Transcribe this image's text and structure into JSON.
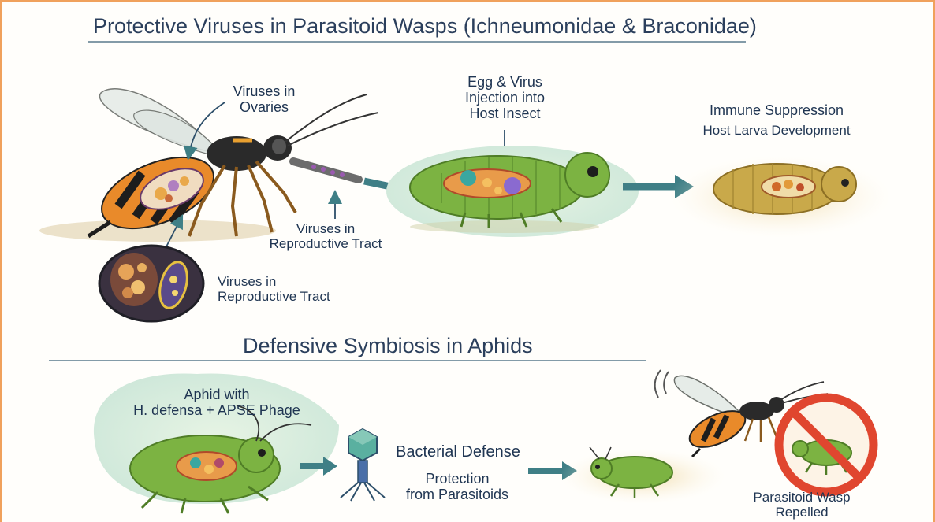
{
  "title": "Protective Viruses in Parasitoid Wasps (Ichneumonidae & Braconidae)",
  "section2_title": "Defensive Symbiosis in Aphids",
  "labels": {
    "viruses_ovaries_1": "Viruses in",
    "viruses_ovaries_2": "Ovaries",
    "egg_1": "Egg & Virus",
    "egg_2": "Injection into",
    "egg_3": "Host Insect",
    "immune_1": "Immune Suppression",
    "immune_2": "Host Larva Development",
    "repro_tract_a1": "Viruses in",
    "repro_tract_a2": "Reproductive Tract",
    "repro_tract_b1": "Viruses in",
    "repro_tract_b2": "Reproductive Tract",
    "aphid_1": "Aphid with",
    "aphid_2": "H. defensa + APSE Phage",
    "bact_defense": "Bacterial Defense",
    "protection_1": "Protection",
    "protection_2": "from Parasitoids",
    "wasp_repelled_1": "Parasitoid Wasp",
    "wasp_repelled_2": "Repelled"
  },
  "colors": {
    "frame": "#f0a15c",
    "text": "#1f3552",
    "arrow": "#3f7f86",
    "aphid_green": "#7cb342",
    "blob": "#dcefe1",
    "no_sign": "#e0462f"
  }
}
